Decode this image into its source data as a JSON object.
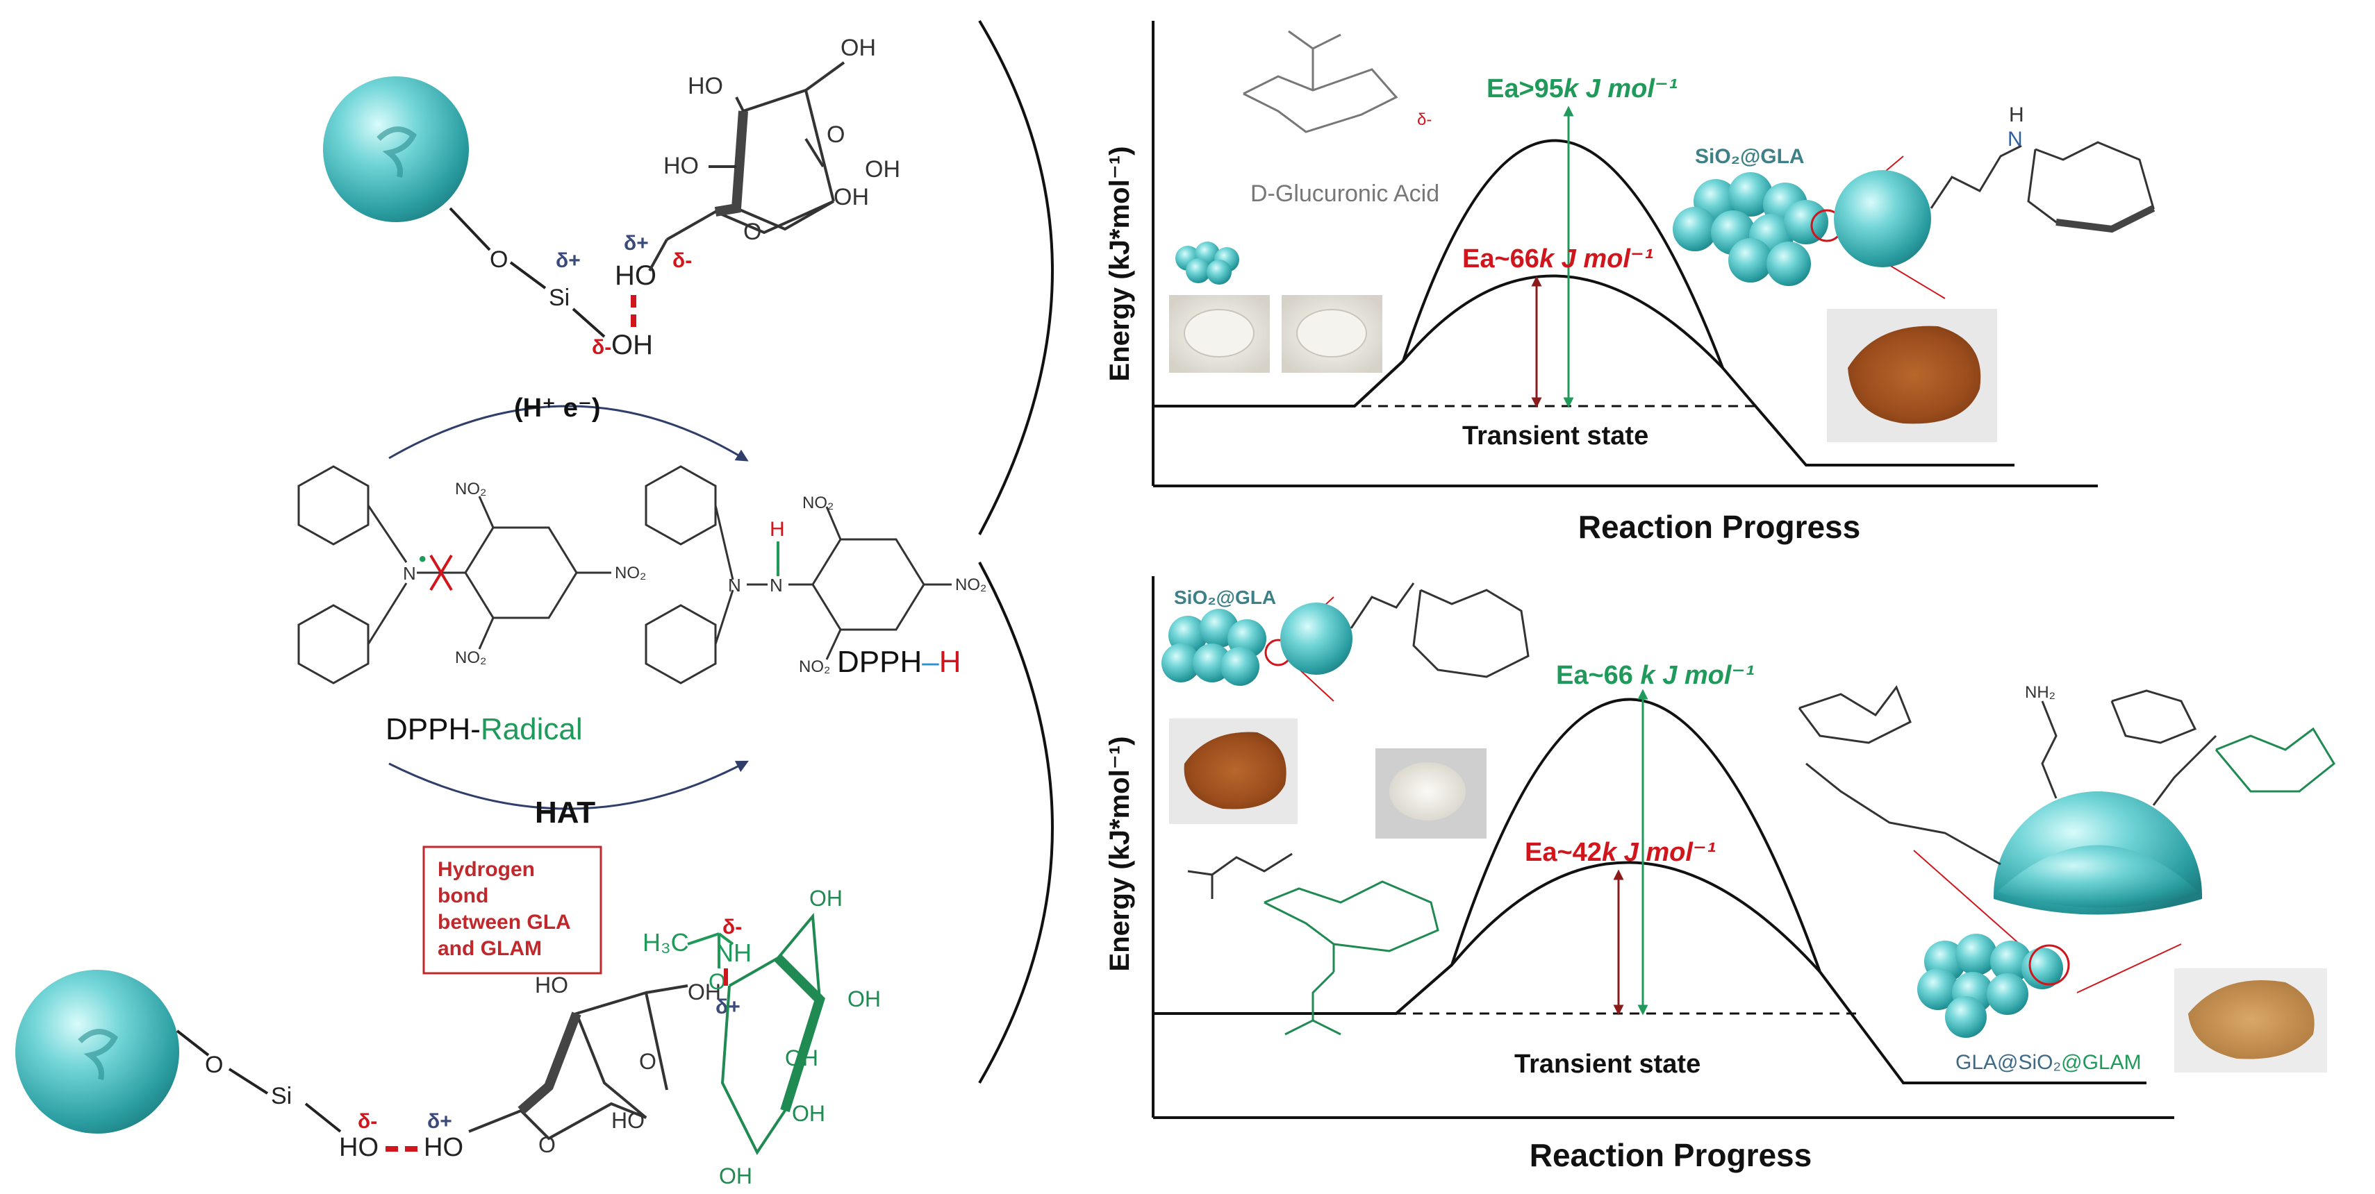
{
  "colors": {
    "green": "#1f9a5a",
    "red": "#d0161c",
    "dark": "#111111",
    "grey": "#555555",
    "sphere": "#47c3c6",
    "photo_brown": "#a85a24",
    "photo_tan": "#c7955a",
    "photo_white": "#e6e4de"
  },
  "left_panel": {
    "top": {
      "oh_label": "OH",
      "ho_label": "HO",
      "ho_ring_label": "HO",
      "cooh_oh_label": "OH",
      "o_label": "O",
      "ring_o_label": "O",
      "oh_right_label": "OH",
      "o_link_label": "O",
      "si_label": "Si",
      "si_oh_label": "OH",
      "ho_hbond_label": "HO",
      "delta_plus_si": "δ+",
      "delta_plus_ho": "δ+",
      "delta_minus_o": "δ-",
      "delta_minus_oh": "δ-"
    },
    "mechanism": {
      "top_arrow_label": "(H⁺ e⁻)",
      "radical_label_prefix": "DPPH-",
      "radical_label_suffix": "Radical",
      "product_label_prefix": "DPPH",
      "product_label_suffix": "H",
      "hat_label": "HAT",
      "radical_n_label": "N",
      "radical_dot": "•",
      "product_n1_label": "N",
      "product_n2_label": "N",
      "product_h_label": "H",
      "no2_labels": [
        "NO₂",
        "NO₂",
        "NO₂",
        "NO₂",
        "NO₂",
        "NO₂"
      ]
    },
    "bottom": {
      "hbond_box_lines": [
        "Hydrogen",
        "bond",
        "between GLA",
        "and GLAM"
      ],
      "o_link_label": "O",
      "si_label": "Si",
      "ho_minus_label": "HO",
      "ho_plus_label": "HO",
      "delta_minus": "δ-",
      "delta_plus": "δ+",
      "ring_o_label": "O",
      "ho_top_label": "HO",
      "oh_ring_label": "OH",
      "cooh_o_label": "O",
      "cooh_oh_label": "HO",
      "acetyl_label": "H₃C",
      "acetyl_o_label": "O",
      "nh_label": "NH",
      "nh_delta_minus": "δ-",
      "glam_delta_plus": "δ+",
      "glam_oh_labels": [
        "OH",
        "OH",
        "OH",
        "OH",
        "OH"
      ]
    }
  },
  "chart_data": [
    {
      "type": "diagram",
      "ylabel": "Energy (kJ*mol⁻¹)",
      "xlabel": "Reaction Progress",
      "curves": [
        {
          "label_prefix": "Ea>95",
          "label_suffix": "k J mol⁻¹",
          "color": "green",
          "value": 95
        },
        {
          "label_prefix": "Ea~66",
          "label_suffix": "k J mol⁻¹",
          "color": "red",
          "value": 66
        }
      ],
      "baseline_label": "Transient state",
      "annotations": {
        "molecule_name": "D-Glucuronic Acid",
        "composite": "SiO₂@GLA",
        "delta_label": "δ-"
      }
    },
    {
      "type": "diagram",
      "ylabel": "Energy (kJ*mol⁻¹)",
      "xlabel": "Reaction Progress",
      "curves": [
        {
          "label_prefix": "Ea~66 ",
          "label_suffix": "k J mol⁻¹",
          "color": "green",
          "value": 66
        },
        {
          "label_prefix": "Ea~42",
          "label_suffix": "k J mol⁻¹",
          "color": "red",
          "value": 42
        }
      ],
      "baseline_label": "Transient state",
      "annotations": {
        "composite_top": "SiO₂@GLA",
        "composite_bottom_prefix": "GLA@SiO₂",
        "composite_bottom_suffix": "@GLAM",
        "amine_label": "NH₂"
      }
    }
  ]
}
